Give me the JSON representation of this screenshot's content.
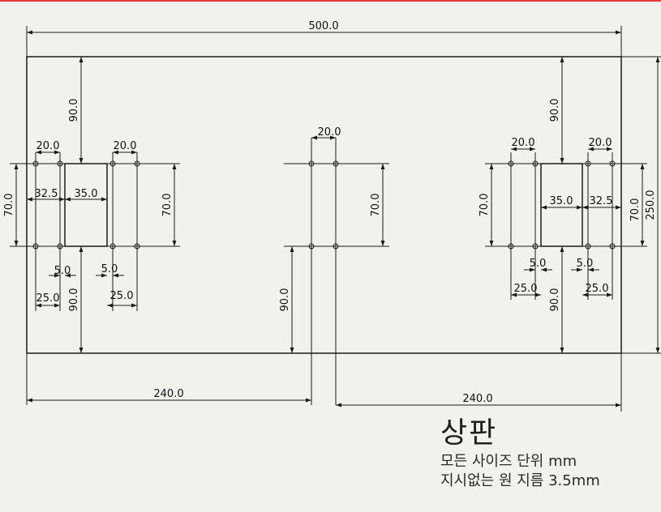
{
  "drawing": {
    "colors": {
      "line": "#1a1a1a",
      "background": "#f2f2ec",
      "accent_rule": "#e43a3a"
    },
    "title": "상판",
    "notes": [
      "모든 사이즈 단위 mm",
      "지시없는 원 지름 3.5mm"
    ],
    "units": "mm",
    "plate": {
      "width": 500.0,
      "height": 250.0
    },
    "dimension_labels": {
      "overall_width": "500.0",
      "overall_height": "250.0",
      "left_to_center": "240.0",
      "center_to_right": "240.0",
      "left_top": "90.0",
      "left_bottom": "90.0",
      "left_outer_spacing": "20.0",
      "left_inner_spacing": "20.0",
      "left_height_outer": "70.0",
      "left_height_inner": "70.0",
      "left_offset": "32.5",
      "left_rect_width": "35.0",
      "left_gap_a": "5.0",
      "left_gap_b": "5.0",
      "left_pitch_a": "25.0",
      "left_pitch_b": "25.0",
      "center_spacing": "20.0",
      "center_height": "70.0",
      "center_bottom": "90.0",
      "right_top": "90.0",
      "right_bottom": "90.0",
      "right_outer_spacing": "20.0",
      "right_inner_spacing": "20.0",
      "right_height_outer": "70.0",
      "right_height_inner": "70.0",
      "right_rect_width": "35.0",
      "right_offset": "32.5",
      "right_gap_a": "5.0",
      "right_gap_b": "5.0",
      "right_pitch_a": "25.0",
      "right_pitch_b": "25.0"
    }
  }
}
